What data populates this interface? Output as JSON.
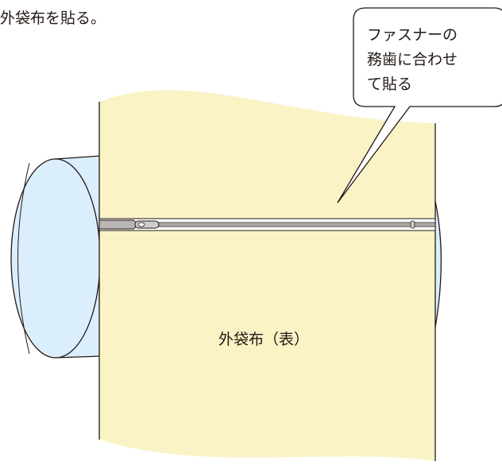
{
  "instruction": "外袋布を貼る。",
  "callout": {
    "lines": [
      "ファスナーの",
      "務歯に合わせ",
      "て貼る"
    ]
  },
  "fabric_label": "外袋布（表）",
  "colors": {
    "fabric": "#faf3c6",
    "drum": "#dbeefb",
    "outline": "#231815",
    "zipper": "#b9b6b3"
  }
}
